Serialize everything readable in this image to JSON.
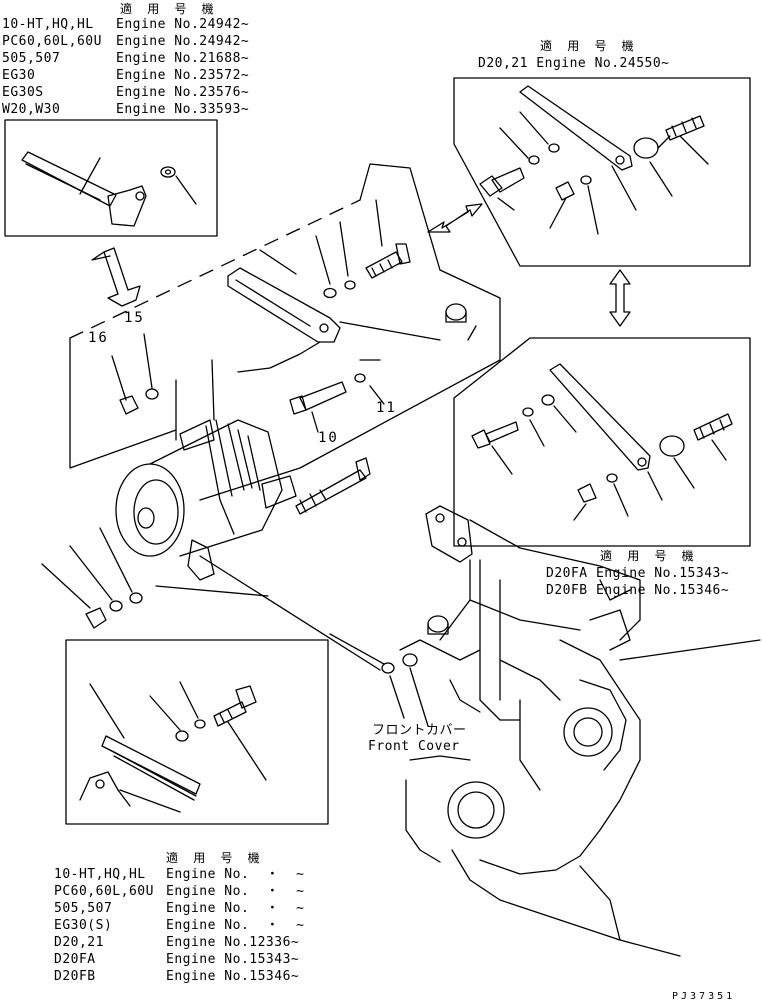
{
  "header_label": "適用号機",
  "top_left_table": {
    "header": "適 用 号 機",
    "rows": [
      {
        "model": "10-HT,HQ,HL",
        "engine": "Engine No.24942~"
      },
      {
        "model": "PC60,60L,60U",
        "engine": "Engine No.24942~"
      },
      {
        "model": "505,507",
        "engine": "Engine No.21688~"
      },
      {
        "model": "EG30",
        "engine": "Engine No.23572~"
      },
      {
        "model": "EG30S",
        "engine": "Engine No.23576~"
      },
      {
        "model": "W20,W30",
        "engine": "Engine No.33593~"
      }
    ]
  },
  "top_right_table": {
    "header": "適 用 号 機",
    "line": "D20,21 Engine No.24550~"
  },
  "mid_right_table": {
    "header": "適 用 号 機",
    "rows": [
      "D20FA Engine No.15343~",
      "D20FB Engine No.15346~"
    ]
  },
  "bottom_left_table": {
    "header": "適 用 号 機",
    "rows": [
      {
        "model": "10-HT,HQ,HL",
        "engine": "Engine No.  ・  ~"
      },
      {
        "model": "PC60,60L,60U",
        "engine": "Engine No.  ・  ~"
      },
      {
        "model": "505,507",
        "engine": "Engine No.  ・  ~"
      },
      {
        "model": "EG30(S)",
        "engine": "Engine No.  ・  ~"
      },
      {
        "model": "D20,21",
        "engine": "Engine No.12336~"
      },
      {
        "model": "D20FA",
        "engine": "Engine No.15343~"
      },
      {
        "model": "D20FB",
        "engine": "Engine No.15346~"
      }
    ]
  },
  "callouts": {
    "c15": "15",
    "c16": "16",
    "c11": "11",
    "c10": "10"
  },
  "front_cover": {
    "jp": "フロントカバー",
    "en": "Front Cover"
  },
  "ref_code": "PJ37351"
}
